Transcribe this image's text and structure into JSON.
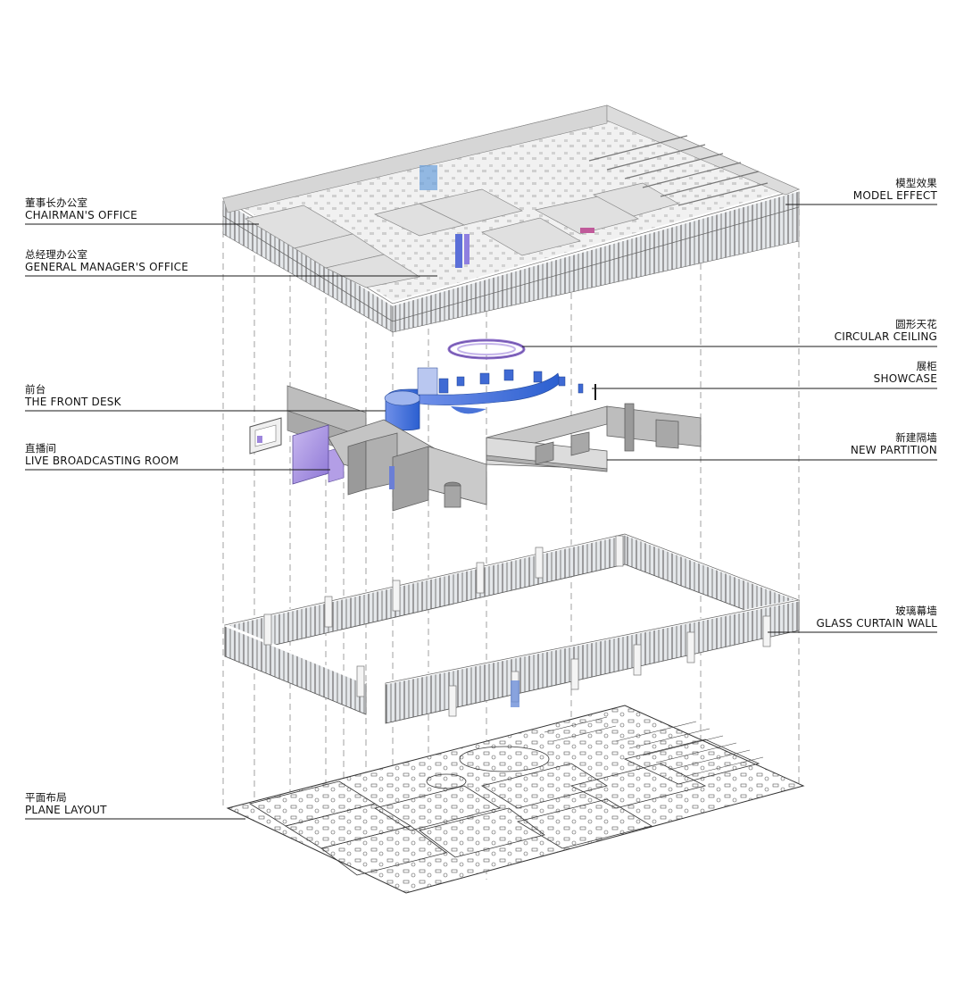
{
  "labels": {
    "model_effect": {
      "cn": "模型效果",
      "en": "MODEL EFFECT"
    },
    "chairman": {
      "cn": "董事长办公室",
      "en": "CHAIRMAN'S OFFICE"
    },
    "gm": {
      "cn": "总经理办公室",
      "en": "GENERAL MANAGER'S OFFICE"
    },
    "ceiling": {
      "cn": "圆形天花",
      "en": "CIRCULAR CEILING"
    },
    "showcase": {
      "cn": "展柜",
      "en": "SHOWCASE"
    },
    "front_desk": {
      "cn": "前台",
      "en": "THE FRONT DESK"
    },
    "partition": {
      "cn": "新建隔墙",
      "en": "NEW PARTITION"
    },
    "live_room": {
      "cn": "直播间",
      "en": "LIVE BROADCASTING ROOM"
    },
    "glass_wall": {
      "cn": "玻璃幕墙",
      "en": "GLASS CURTAIN WALL"
    },
    "plane_layout": {
      "cn": "平面布局",
      "en": "PLANE LAYOUT"
    }
  },
  "colors": {
    "wall": "#c9c9c9",
    "wall_dark": "#8c8c8c",
    "glass": "#e9ecef",
    "accent_blue": "#3c6fd6",
    "accent_purple": "#a08ad8",
    "line": "#222222"
  }
}
